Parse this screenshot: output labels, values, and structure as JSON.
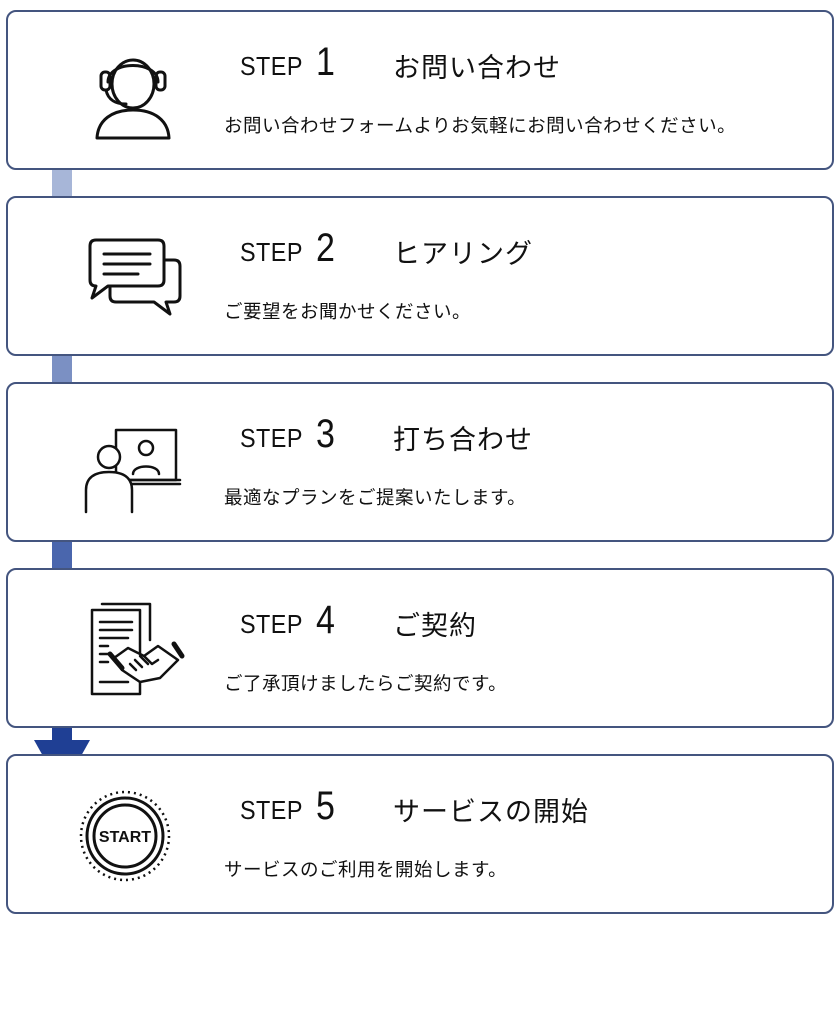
{
  "steps": [
    {
      "label": "STEP",
      "number": "1",
      "title": "お問い合わせ",
      "desc": "お問い合わせフォームよりお気軽にお問い合わせください。",
      "icon": "headset-operator-icon"
    },
    {
      "label": "STEP",
      "number": "2",
      "title": "ヒアリング",
      "desc": "ご要望をお聞かせください。",
      "icon": "chat-bubbles-icon"
    },
    {
      "label": "STEP",
      "number": "3",
      "title": "打ち合わせ",
      "desc": "最適なプランをご提案いたします。",
      "icon": "video-meeting-icon"
    },
    {
      "label": "STEP",
      "number": "4",
      "title": "ご契約",
      "desc": "ご了承頂けましたらご契約です。",
      "icon": "contract-handshake-icon"
    },
    {
      "label": "STEP",
      "number": "5",
      "title": "サービスの開始",
      "desc": "サービスのご利用を開始します。",
      "icon": "start-button-icon"
    }
  ],
  "start_badge": "START",
  "colors": {
    "border": "#44557f",
    "arrow_light": "#a7b6d8",
    "arrow_dark": "#1f3f94"
  }
}
